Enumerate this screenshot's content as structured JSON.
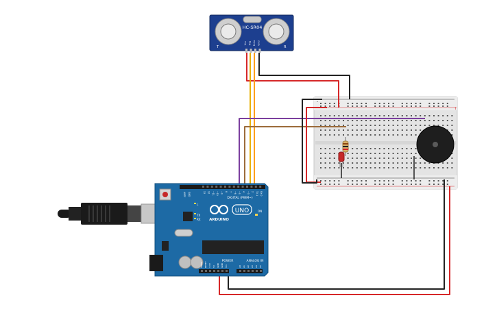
{
  "sensor": {
    "model": "HC-SR04",
    "pin_labels": [
      "Vcc",
      "Trig",
      "Echo",
      "Gnd"
    ],
    "corner_left": "T",
    "corner_right": "R"
  },
  "arduino": {
    "brand": "ARDUINO",
    "model": "UNO",
    "digital_label": "DIGITAL (PWM~)",
    "power_label": "POWER",
    "analog_label": "ANALOG IN",
    "aref": "AREF",
    "gnd": "GND",
    "tx": "TX",
    "rx": "RX",
    "l": "L",
    "on": "ON",
    "power_pins": [
      "IOREF",
      "RESET",
      "3.3V",
      "5V",
      "GND",
      "GND",
      "Vin"
    ],
    "analog_pins": [
      "A0",
      "A1",
      "A2",
      "A3",
      "A4",
      "A5"
    ],
    "digital_pins": [
      "13",
      "12",
      "~11",
      "~10",
      "~9",
      "8",
      "7",
      "~6",
      "~5",
      "4",
      "~3",
      "2",
      "TX 1",
      "RX 0"
    ]
  },
  "breadboard": {
    "rail_minus": "-",
    "rail_plus": "+"
  },
  "colors": {
    "board": "#1d6aa5",
    "sensor": "#1d3f8f",
    "wire_red": "#d62728",
    "wire_black": "#222222",
    "wire_yellow": "#e8b000",
    "wire_orange": "#ff8c00",
    "wire_purple": "#7b3f9e",
    "wire_brown": "#9c6b3a",
    "breadboard": "#e6e6e6"
  }
}
